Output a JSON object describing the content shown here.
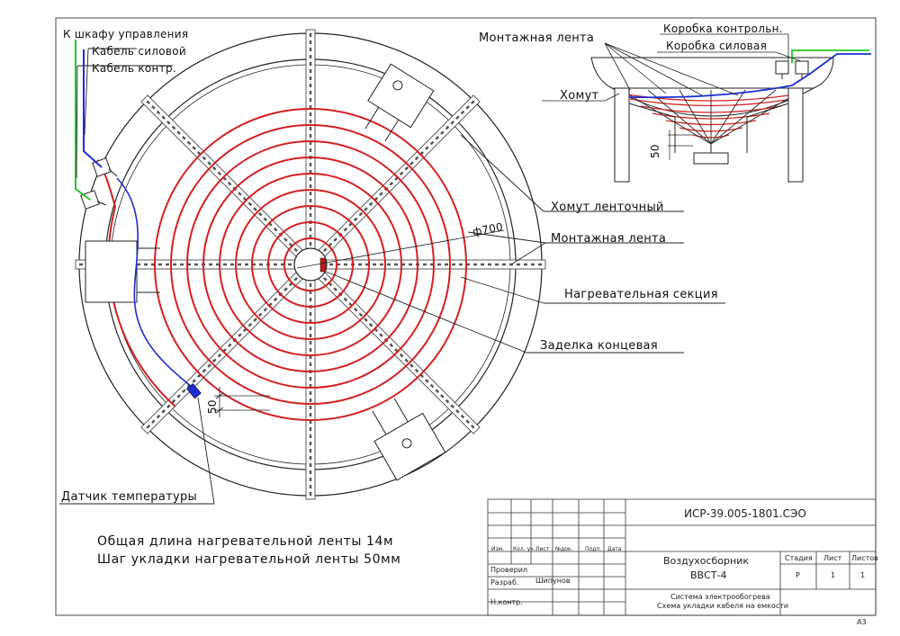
{
  "callouts": {
    "to_cabinet": "К шкафу управления",
    "power_cable": "Кабель силовой",
    "control_cable": "Кабель контр.",
    "mounting_tape_side": "Монтажная лента",
    "control_box": "Коробка контрольн.",
    "power_box": "Коробка силовая",
    "clamp_side": "Хомут",
    "tape_clamp": "Хомут ленточный",
    "mounting_tape": "Монтажная лента",
    "diameter": "ф700",
    "heating_section": "Нагревательная секция",
    "end_seal": "Заделка концевая",
    "temp_sensor": "Датчик температуры",
    "pitch_dim_plan": "50",
    "pitch_dim_side": "50"
  },
  "notes": {
    "total_length": "Общая длина нагревательной ленты 14м",
    "pitch": "Шаг укладки нагревательной ленты 50мм"
  },
  "title_block": {
    "doc_code": "ИСР-39.005-1801.СЭО",
    "col_izm": "Изм.",
    "col_kol": "Кол. уч.",
    "col_list": "Лист",
    "col_ndoc": "№док.",
    "col_podp": "Подп.",
    "col_data": "Дата",
    "row_checked": "Проверил",
    "row_developed": "Разраб.",
    "developer_name": "Шипунов",
    "row_ncontrol": "Н.контр.",
    "object_name_1": "Воздухосборник",
    "object_name_2": "ВВСТ-4",
    "stage_hdr": "Стадия",
    "sheet_hdr": "Лист",
    "sheets_hdr": "Листов",
    "stage_val": "Р",
    "sheet_val": "1",
    "sheets_val": "1",
    "desc_1": "Система электрообогрева",
    "desc_2": "Схема укладки кабеля на емкости"
  },
  "format": "А3",
  "colors": {
    "heating_cable": "#d42020",
    "power_cable": "#1a2fd0",
    "control_cable": "#20c820",
    "end_seal": "#c01818",
    "sensor": "#1a2fd0",
    "linework": "#222222"
  }
}
